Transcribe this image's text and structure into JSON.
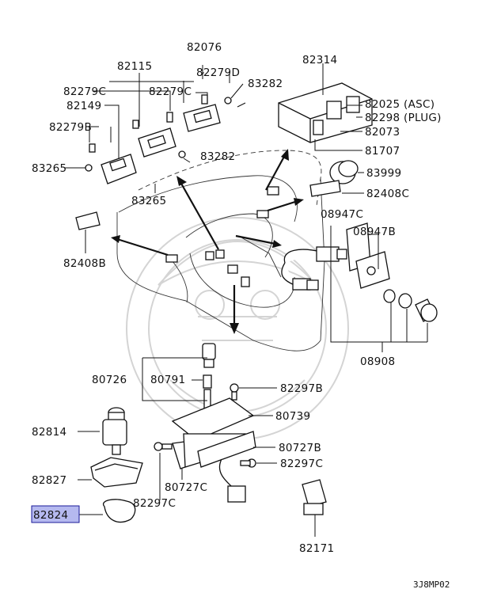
{
  "diagram_code": "3J8MP02",
  "highlight_color": "#b5b9ef",
  "labels": {
    "p82314": "82314",
    "p82076": "82076",
    "p82115": "82115",
    "p82279D": "82279D",
    "p82279C_a": "82279C",
    "p82279C_b": "82279C",
    "p83282_top": "83282",
    "p82149": "82149",
    "p82279B": "82279B",
    "p83265_left": "83265",
    "p83282_mid": "83282",
    "p83265_mid": "83265",
    "p82025": "82025 (ASC)",
    "p82298": "82298 (PLUG)",
    "p82073": "82073",
    "p81707": "81707",
    "p83999": "83999",
    "p82408C": "82408C",
    "p08947C": "08947C",
    "p08947B": "08947B",
    "p82408B": "82408B",
    "p08908": "08908",
    "p80726": "80726",
    "p80791": "80791",
    "p82297B": "82297B",
    "p80739": "80739",
    "p82814": "82814",
    "p80727B": "80727B",
    "p82827": "82827",
    "p82297C_right": "82297C",
    "p80727C": "80727C",
    "p82824": "82824",
    "p82297C_bottom": "82297C",
    "p82171": "82171"
  }
}
